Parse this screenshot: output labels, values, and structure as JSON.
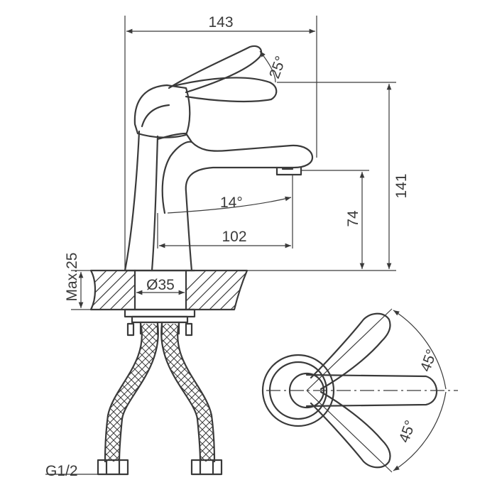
{
  "diagram": {
    "dimensions": {
      "overall_width": "143",
      "lever_angle": "25°",
      "overall_height": "141",
      "spout_angle": "14°",
      "spout_reach": "102",
      "spout_height": "74",
      "max_thickness": "Max.25",
      "hole_diameter": "Ø35",
      "thread": "G1/2",
      "rotation_top": "45°",
      "rotation_bottom": "45°"
    }
  }
}
